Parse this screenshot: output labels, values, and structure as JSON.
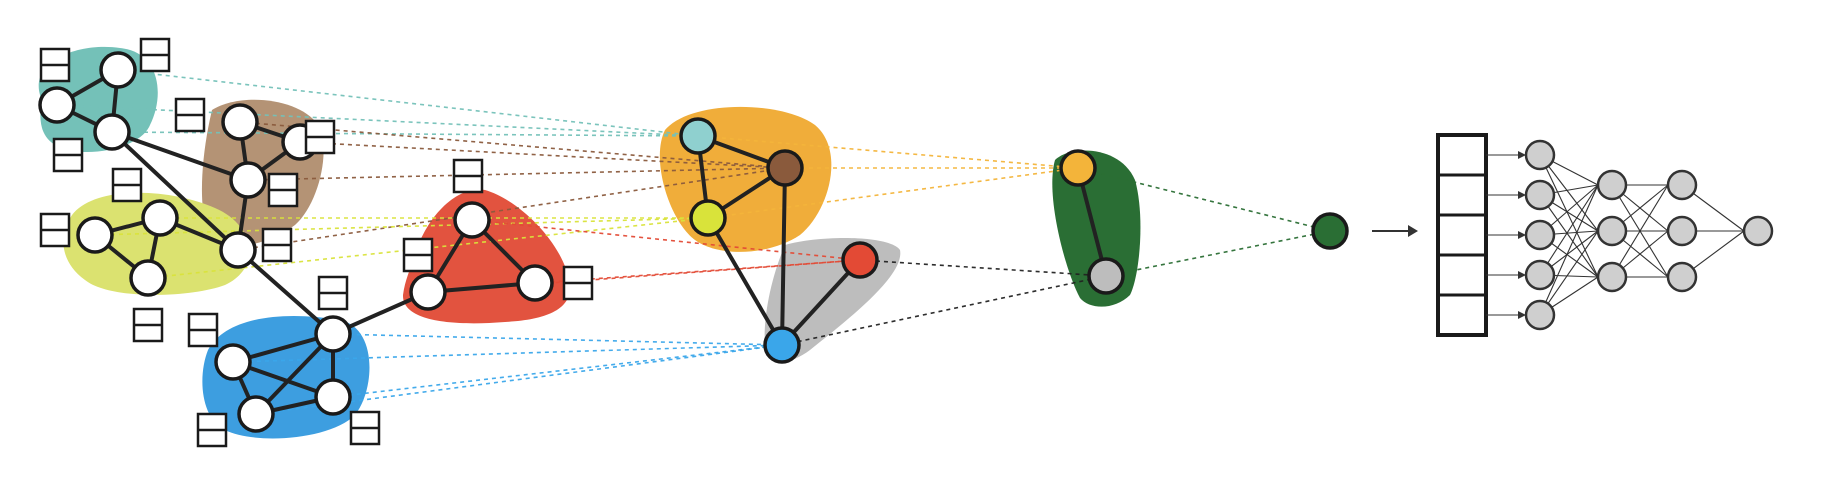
{
  "colors": {
    "cluster_teal": "#74c1b8",
    "cluster_brown": "#b49375",
    "cluster_yellow": "#dbe270",
    "cluster_red": "#e2533f",
    "cluster_blue": "#3d9ee0",
    "cluster_orange": "#f0ad3a",
    "cluster_gray": "#bdbdbd",
    "cluster_green": "#2a6e34",
    "node_white": "#ffffff",
    "node_teal": "#8fd0cf",
    "node_brown": "#8a5a3c",
    "node_yellow": "#d9e33a",
    "node_red": "#e34a35",
    "node_blue": "#3aa6ea",
    "node_orange": "#f3b43a",
    "node_gray": "#bdbdbd",
    "node_green": "#2a6e34",
    "mlp_node": "#cfcfcf"
  },
  "levels": [
    {
      "name": "input-graph",
      "clusters": 5,
      "nodes": 17,
      "feature_vectors": 17
    },
    {
      "name": "pooled-graph-1",
      "clusters": 2,
      "nodes": 5
    },
    {
      "name": "pooled-graph-2",
      "clusters": 1,
      "nodes": 2
    },
    {
      "name": "graph-embedding",
      "nodes": 1
    }
  ],
  "readout": {
    "arrow_icon": "right-arrow-icon",
    "vector_cells": 5
  },
  "mlp": {
    "layers": [
      5,
      3,
      3,
      1
    ]
  }
}
